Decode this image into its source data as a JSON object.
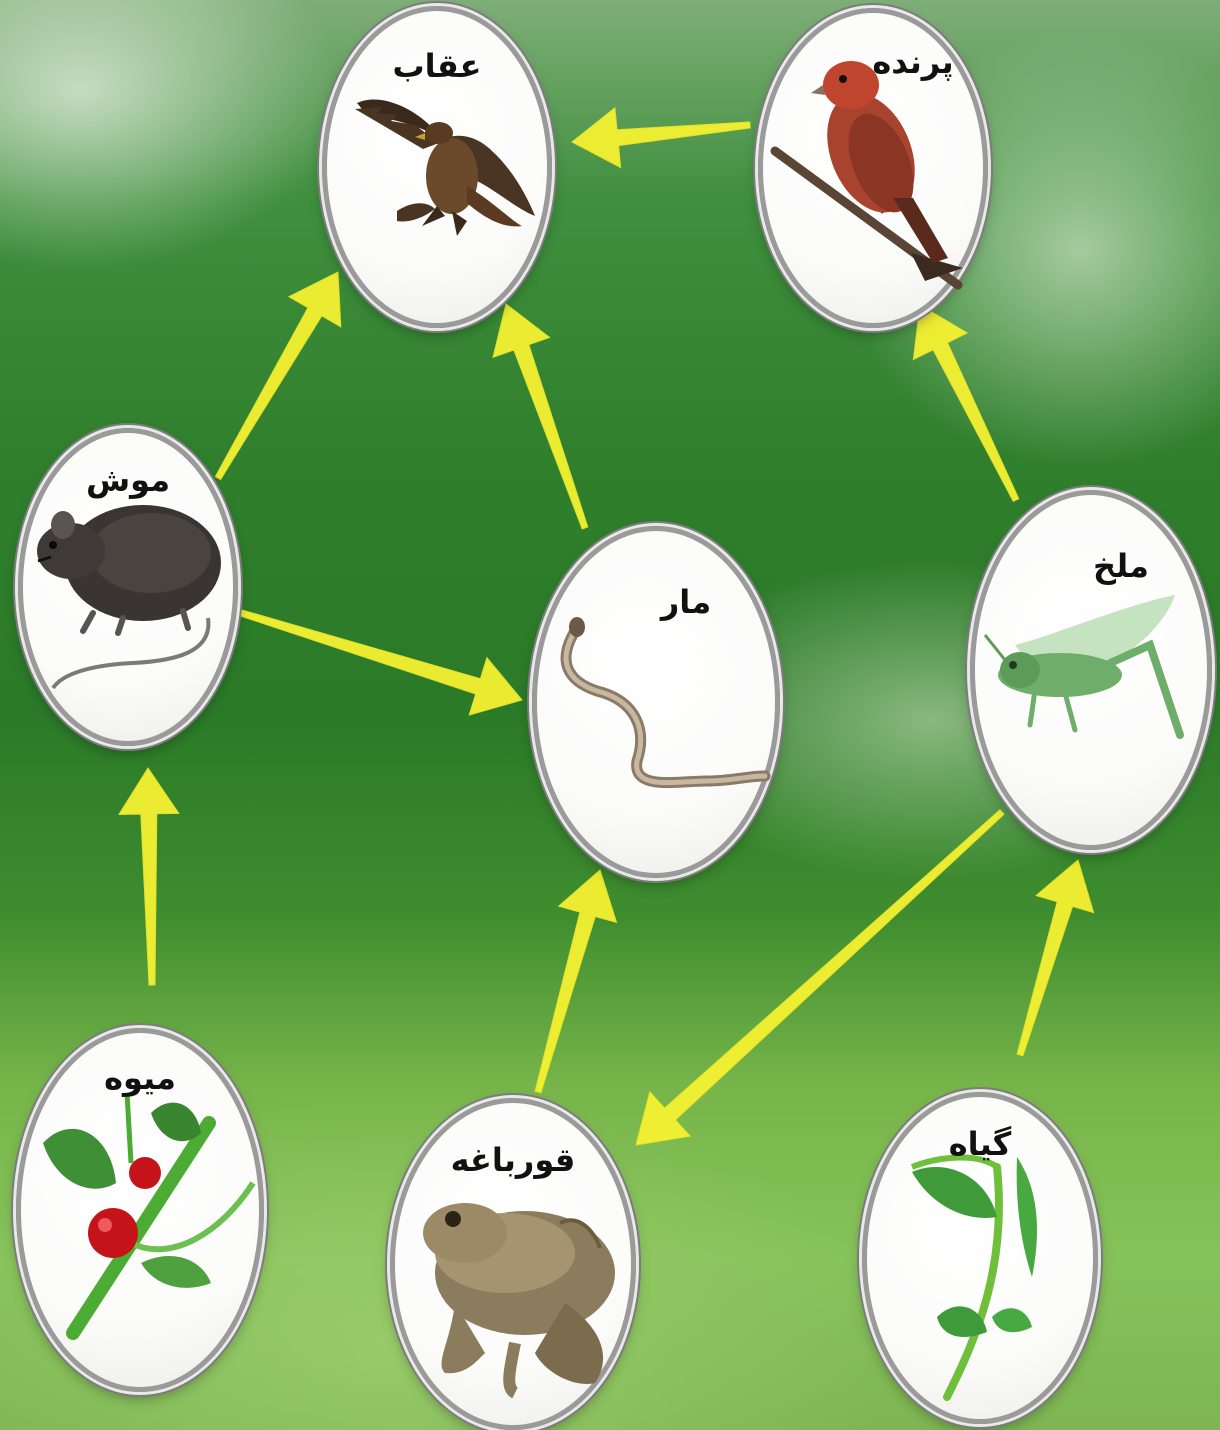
{
  "nodes": {
    "eagle": {
      "label": "عقاب"
    },
    "bird": {
      "label": "پرنده"
    },
    "mouse": {
      "label": "موش"
    },
    "snake": {
      "label": "مار"
    },
    "grasshopper": {
      "label": "ملخ"
    },
    "fruit": {
      "label": "میوه"
    },
    "frog": {
      "label": "قورباغه"
    },
    "plant": {
      "label": "گیاه"
    }
  },
  "edges": [
    {
      "from": "bird",
      "to": "eagle"
    },
    {
      "from": "mouse",
      "to": "eagle"
    },
    {
      "from": "snake",
      "to": "eagle"
    },
    {
      "from": "grasshopper",
      "to": "bird"
    },
    {
      "from": "mouse",
      "to": "snake"
    },
    {
      "from": "fruit",
      "to": "mouse"
    },
    {
      "from": "frog",
      "to": "snake"
    },
    {
      "from": "grasshopper",
      "to": "frog"
    },
    {
      "from": "plant",
      "to": "grasshopper"
    }
  ],
  "colors": {
    "arrow": "#f5f232",
    "label": "#111111",
    "node_fill": "#ffffff"
  }
}
